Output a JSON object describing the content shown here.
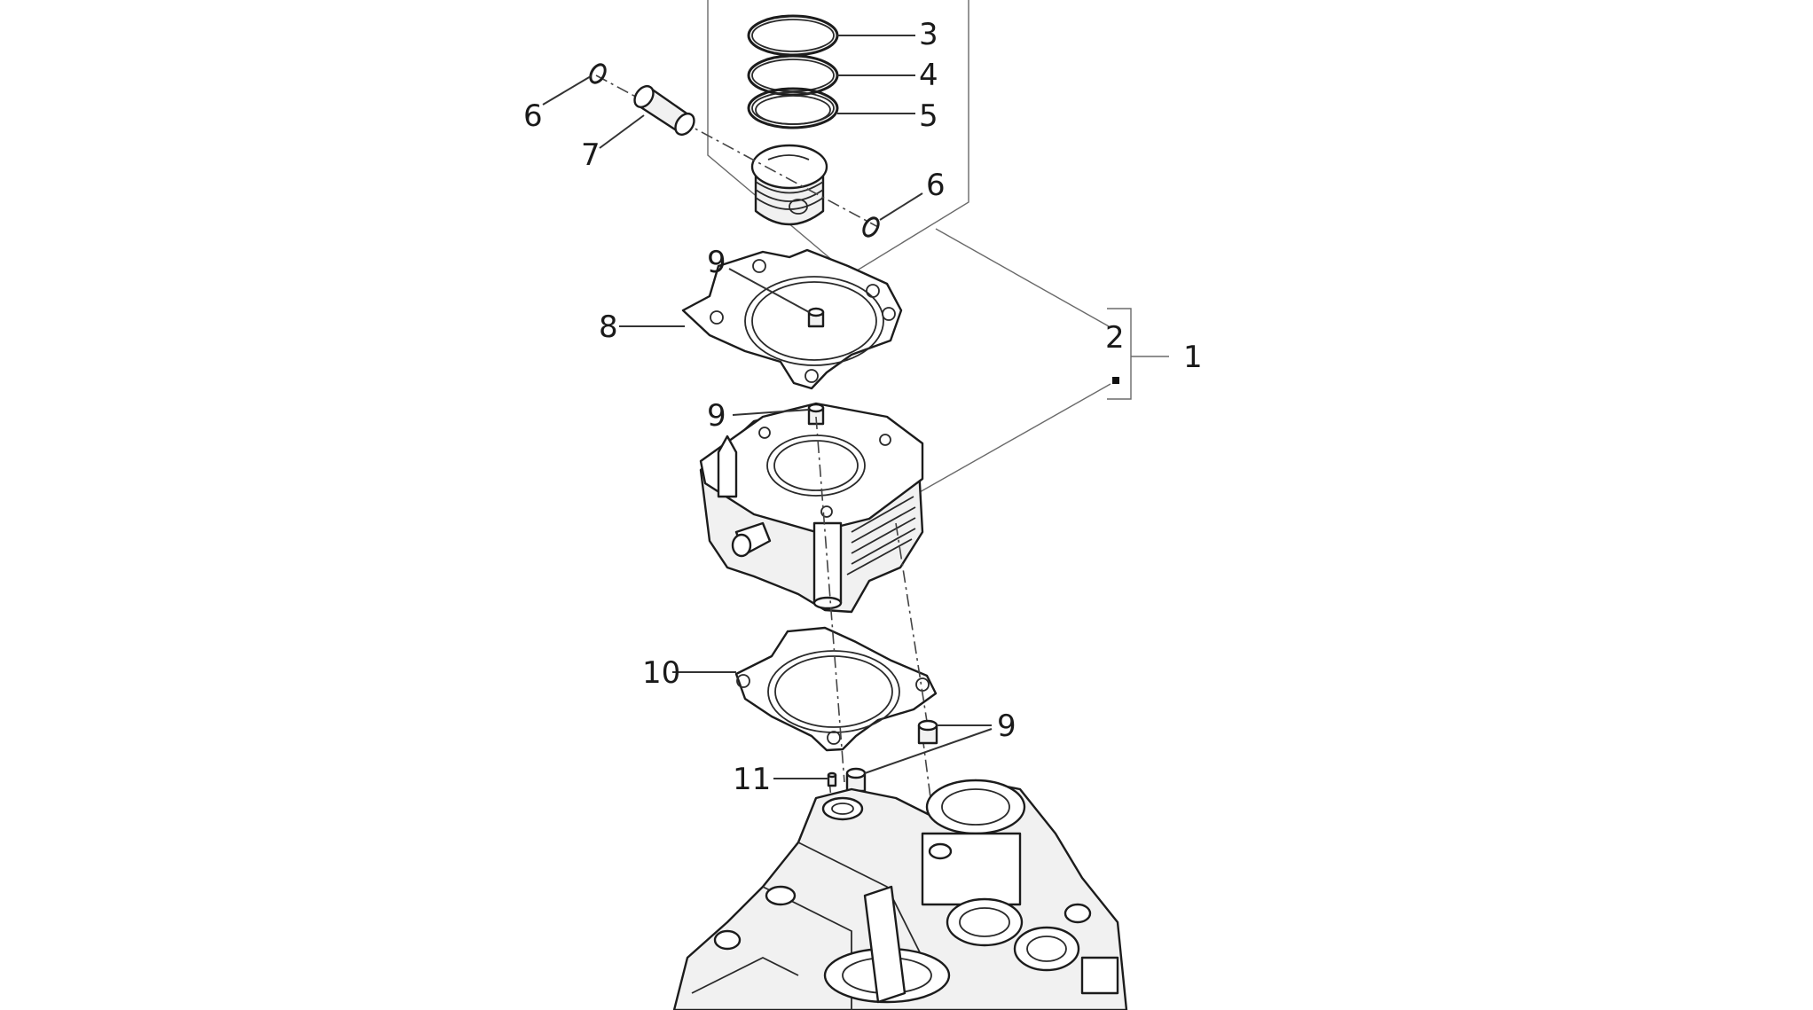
{
  "diagram": {
    "labels": {
      "ring_top": "3",
      "ring_middle": "4",
      "ring_oil": "5",
      "circlip_left": "6",
      "circlip_right": "6",
      "piston_pin": "7",
      "head_gasket": "8",
      "dowel_head_gasket": "9",
      "dowel_cylinder_top": "9",
      "dowel_lower": "9",
      "base_gasket": "10",
      "small_pin": "11",
      "piston_group": "2",
      "cylinder_piston_assembly": "1"
    }
  }
}
